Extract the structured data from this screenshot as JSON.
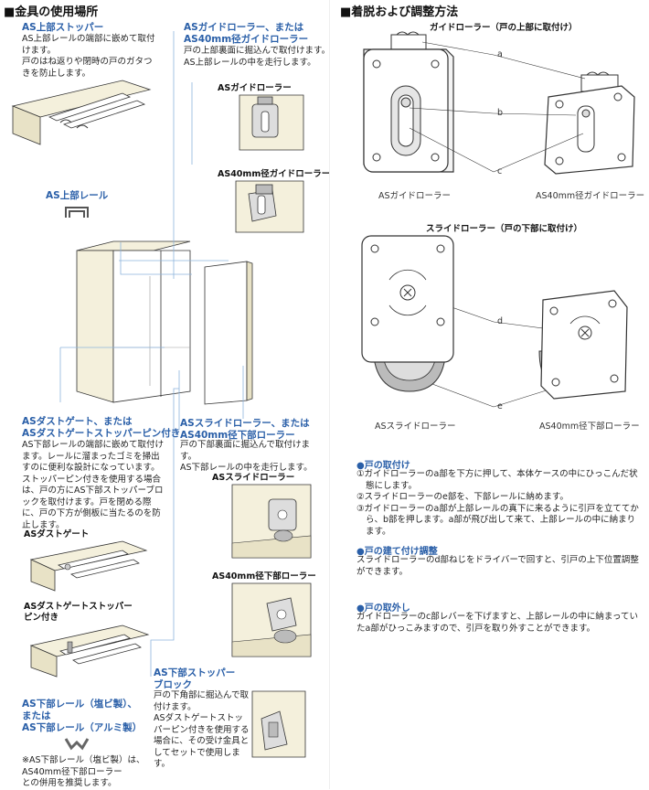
{
  "left": {
    "section_title": "■金具の使用場所",
    "stopper_top": {
      "title": "AS上部ストッパー",
      "body": "AS上部レールの端部に嵌めて取付けます。\n戸のはね返りや閉時の戸のガタつきを防止します。"
    },
    "guide_roller": {
      "title": "ASガイドローラー、または\nAS40mm径ガイドローラー",
      "body": "戸の上部裏面に掘込んで取付けます。\nAS上部レールの中を走行します。"
    },
    "label_as_guide": "ASガイドローラー",
    "label_as40_guide": "AS40mm径ガイドローラー",
    "label_top_rail": "AS上部レール",
    "dust_gate": {
      "title": "ASダストゲート、または\nASダストゲートストッパーピン付き",
      "body": "AS下部レールの端部に嵌めて取付けます。レールに溜まったゴミを掃出すのに便利な設計になっています。\nストッパーピン付きを使用する場合は、戸の方にAS下部ストッパーブロックを取付けます。戸を閉める際に、戸の下方が側板に当たるのを防止します。"
    },
    "label_dust_gate": "ASダストゲート",
    "label_dust_gate_pin": "ASダストゲートストッパー\nピン付き",
    "slide_roller": {
      "title": "ASスライドローラー、または\nAS40mm径下部ローラー",
      "body": "戸の下部裏面に掘込んで取付けます。\nAS下部レールの中を走行します。"
    },
    "label_slide_roller": "ASスライドローラー",
    "label_as40_lower": "AS40mm径下部ローラー",
    "bottom_rail": {
      "title": "AS下部レール（塩ビ製）、\nまたは\nAS下部レール（アルミ製）"
    },
    "note": "※AS下部レール（塩ビ製）は、\nAS40mm径下部ローラー\nとの併用を推奨します。",
    "stopper_block": {
      "title": "AS下部ストッパー\nブロック",
      "body": "戸の下角部に掘込んで取付けます。\nASダストゲートストッパーピン付きを使用する場合に、その受け金具としてセットで使用します。"
    }
  },
  "right": {
    "section_title": "■着脱および調整方法",
    "guide_heading": "ガイドローラー（戸の上部に取付け）",
    "slide_heading": "スライドローラー（戸の下部に取付け）",
    "part_labels": [
      "a",
      "b",
      "c",
      "d",
      "e"
    ],
    "cap_as_guide": "ASガイドローラー",
    "cap_as40_guide": "AS40mm径ガイドローラー",
    "cap_as_slide": "ASスライドローラー",
    "cap_as40_lower": "AS40mm径下部ローラー",
    "install": {
      "title": "●戸の取付け",
      "steps": [
        "①ガイドローラーのa部を下方に押して、本体ケースの中にひっこんだ状態にします。",
        "②スライドローラーのe部を、下部レールに納めます。",
        "③ガイドローラーのa部が上部レールの真下に来るように引戸を立ててから、b部を押します。a部が飛び出して来て、上部レールの中に納まります。"
      ]
    },
    "adjust": {
      "title": "●戸の建て付け調整",
      "body": "スライドローラーのd部ねじをドライバーで回すと、引戸の上下位置調整ができます。"
    },
    "remove": {
      "title": "●戸の取外し",
      "body": "ガイドローラーのc部レバーを下げますと、上部レールの中に納まっていたa部がひっこみますので、引戸を取り外すことができます。"
    }
  }
}
